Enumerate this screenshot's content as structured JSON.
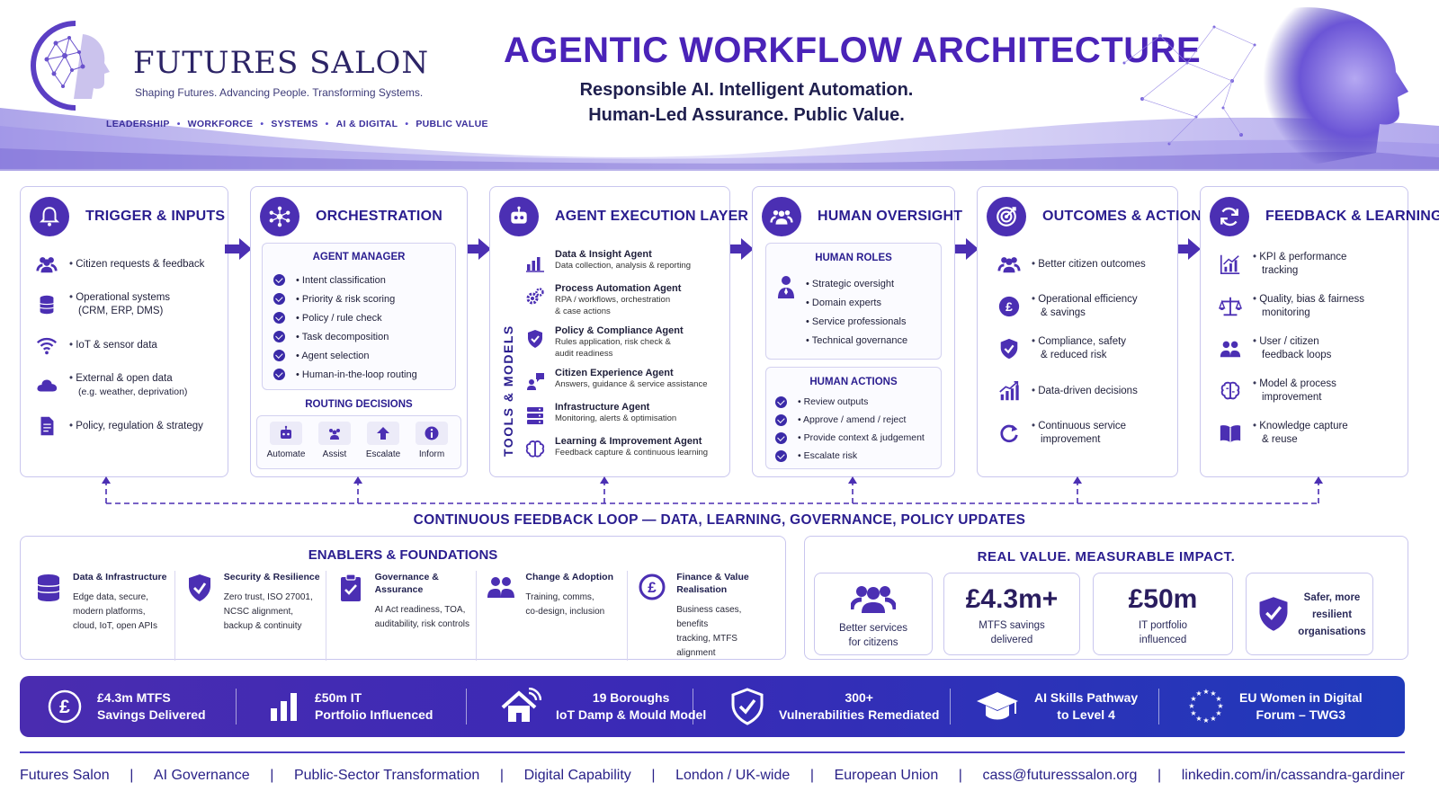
{
  "brand": {
    "name": "FUTURES SALON",
    "tagline": "Shaping Futures. Advancing People. Transforming Systems.",
    "pillars": [
      "LEADERSHIP",
      "WORKFORCE",
      "SYSTEMS",
      "AI & DIGITAL",
      "PUBLIC VALUE"
    ]
  },
  "title": "AGENTIC WORKFLOW ARCHITECTURE",
  "subtitle": [
    "Responsible AI. Intelligent Automation.",
    "Human-Led Assurance. Public Value."
  ],
  "colors": {
    "primary": "#4b2fb3",
    "heading": "#2a1d8f",
    "banner_start": "#4a2cb0",
    "banner_end": "#1f3aba",
    "border": "#c9c6ee"
  },
  "trigger": {
    "title": "TRIGGER & INPUTS",
    "icon": "bell-icon",
    "items": [
      {
        "icon": "people-icon",
        "label": "Citizen requests & feedback"
      },
      {
        "icon": "database-icon",
        "label": "Operational systems",
        "sub": "(CRM, ERP, DMS)"
      },
      {
        "icon": "wifi-icon",
        "label": "IoT & sensor data"
      },
      {
        "icon": "cloud-icon",
        "label": "External & open data",
        "sub": "(e.g. weather, deprivation)"
      },
      {
        "icon": "document-icon",
        "label": "Policy, regulation & strategy"
      }
    ]
  },
  "orchestration": {
    "title": "ORCHESTRATION",
    "icon": "network-icon",
    "manager_title": "AGENT MANAGER",
    "manager_items": [
      "Intent classification",
      "Priority & risk scoring",
      "Policy / rule check",
      "Task decomposition",
      "Agent selection",
      "Human-in-the-loop routing"
    ],
    "routing_title": "ROUTING DECISIONS",
    "routing": [
      {
        "icon": "robot-icon",
        "label": "Automate"
      },
      {
        "icon": "people-icon",
        "label": "Assist"
      },
      {
        "icon": "up-arrow-icon",
        "label": "Escalate"
      },
      {
        "icon": "info-icon",
        "label": "Inform"
      }
    ]
  },
  "execution": {
    "title": "AGENT EXECUTION LAYER",
    "icon": "robot-icon",
    "side_label": "TOOLS & MODELS",
    "agents": [
      {
        "icon": "bar-chart-icon",
        "name": "Data & Insight Agent",
        "desc": [
          "Data collection, analysis & reporting"
        ]
      },
      {
        "icon": "gears-icon",
        "name": "Process Automation Agent",
        "desc": [
          "RPA / workflows, orchestration",
          "& case actions"
        ]
      },
      {
        "icon": "shield-check-icon",
        "name": "Policy & Compliance Agent",
        "desc": [
          "Rules application, risk check &",
          "audit readiness"
        ]
      },
      {
        "icon": "chat-person-icon",
        "name": "Citizen Experience Agent",
        "desc": [
          "Answers, guidance & service assistance"
        ]
      },
      {
        "icon": "server-icon",
        "name": "Infrastructure Agent",
        "desc": [
          "Monitoring, alerts & optimisation"
        ]
      },
      {
        "icon": "brain-icon",
        "name": "Learning & Improvement Agent",
        "desc": [
          "Feedback capture & continuous learning"
        ]
      }
    ]
  },
  "oversight": {
    "title": "HUMAN OVERSIGHT",
    "icon": "group-icon",
    "roles_title": "HUMAN ROLES",
    "roles": [
      "Strategic oversight",
      "Domain experts",
      "Service professionals",
      "Technical governance"
    ],
    "actions_title": "HUMAN ACTIONS",
    "actions": [
      "Review outputs",
      "Approve / amend / reject",
      "Provide context & judgement",
      "Escalate risk"
    ]
  },
  "outcomes": {
    "title": "OUTCOMES & ACTIONS",
    "icon": "target-icon",
    "items": [
      {
        "icon": "people-icon",
        "label": "Better citizen outcomes"
      },
      {
        "icon": "pound-icon",
        "label": "Operational efficiency",
        "sub": "& savings"
      },
      {
        "icon": "shield-check-icon",
        "label": "Compliance, safety",
        "sub": "& reduced risk"
      },
      {
        "icon": "growth-chart-icon",
        "label": "Data-driven decisions"
      },
      {
        "icon": "refresh-icon",
        "label": "Continuous service",
        "sub": "improvement"
      }
    ]
  },
  "feedback": {
    "title": "FEEDBACK & LEARNING",
    "icon": "cycle-icon",
    "items": [
      {
        "icon": "kpi-chart-icon",
        "label": "KPI & performance",
        "sub": "tracking"
      },
      {
        "icon": "scales-icon",
        "label": "Quality, bias & fairness",
        "sub": "monitoring"
      },
      {
        "icon": "people-icon",
        "label": "User / citizen",
        "sub": "feedback loops"
      },
      {
        "icon": "brain-icon",
        "label": "Model & process",
        "sub": "improvement"
      },
      {
        "icon": "book-icon",
        "label": "Knowledge capture",
        "sub": "& reuse"
      }
    ]
  },
  "loop_label": "CONTINUOUS FEEDBACK LOOP — DATA, LEARNING, GOVERNANCE, POLICY UPDATES",
  "enablers": {
    "title": "ENABLERS & FOUNDATIONS",
    "items": [
      {
        "icon": "database-icon",
        "name": "Data & Infrastructure",
        "desc": [
          "Edge data, secure,",
          "modern platforms,",
          "cloud, IoT, open APIs"
        ]
      },
      {
        "icon": "shield-check-icon",
        "name": "Security & Resilience",
        "desc": [
          "Zero trust, ISO 27001,",
          "NCSC alignment,",
          "backup & continuity"
        ]
      },
      {
        "icon": "clipboard-check-icon",
        "name": "Governance & Assurance",
        "desc": [
          "AI Act readiness, TOA,",
          "auditability, risk controls"
        ]
      },
      {
        "icon": "people-icon",
        "name": "Change & Adoption",
        "desc": [
          "Training, comms,",
          "co-design, inclusion"
        ]
      },
      {
        "icon": "pound-icon",
        "name": "Finance & Value Realisation",
        "desc": [
          "Business cases, benefits",
          "tracking, MTFS alignment"
        ]
      }
    ]
  },
  "value": {
    "title": "REAL VALUE.  MEASURABLE   IMPACT.",
    "cards": [
      {
        "icon": "group-icon",
        "big": "",
        "lines": [
          "Better services",
          "for citizens"
        ]
      },
      {
        "icon": "",
        "big": "£4.3m+",
        "lines": [
          "MTFS savings",
          "delivered"
        ]
      },
      {
        "icon": "",
        "big": "£50m",
        "lines": [
          "IT portfolio",
          "influenced"
        ]
      },
      {
        "icon": "shield-check-icon",
        "big": "",
        "lines": [
          "Safer, more",
          "resilient",
          "organisations"
        ]
      }
    ]
  },
  "banner": [
    {
      "icon": "pound-circle-icon",
      "lines": [
        "£4.3m MTFS",
        "Savings Delivered"
      ]
    },
    {
      "icon": "bar-chart-icon",
      "lines": [
        "£50m IT",
        "Portfolio Influenced"
      ]
    },
    {
      "icon": "house-signal-icon",
      "lines": [
        "19 Boroughs",
        "IoT Damp & Mould Model"
      ]
    },
    {
      "icon": "shield-check-icon",
      "lines": [
        "300+",
        "Vulnerabilities Remediated"
      ]
    },
    {
      "icon": "graduation-cap-icon",
      "lines": [
        "AI Skills Pathway",
        "to Level 4"
      ]
    },
    {
      "icon": "eu-stars-icon",
      "lines": [
        "EU Women in Digital",
        "Forum – TWG3"
      ]
    }
  ],
  "footer": [
    "Futures Salon",
    "AI Governance",
    "Public-Sector Transformation",
    "Digital Capability",
    "London / UK-wide",
    "European Union",
    "cass@futuresssalon.org",
    "linkedin.com/in/cassandra-gardiner"
  ]
}
